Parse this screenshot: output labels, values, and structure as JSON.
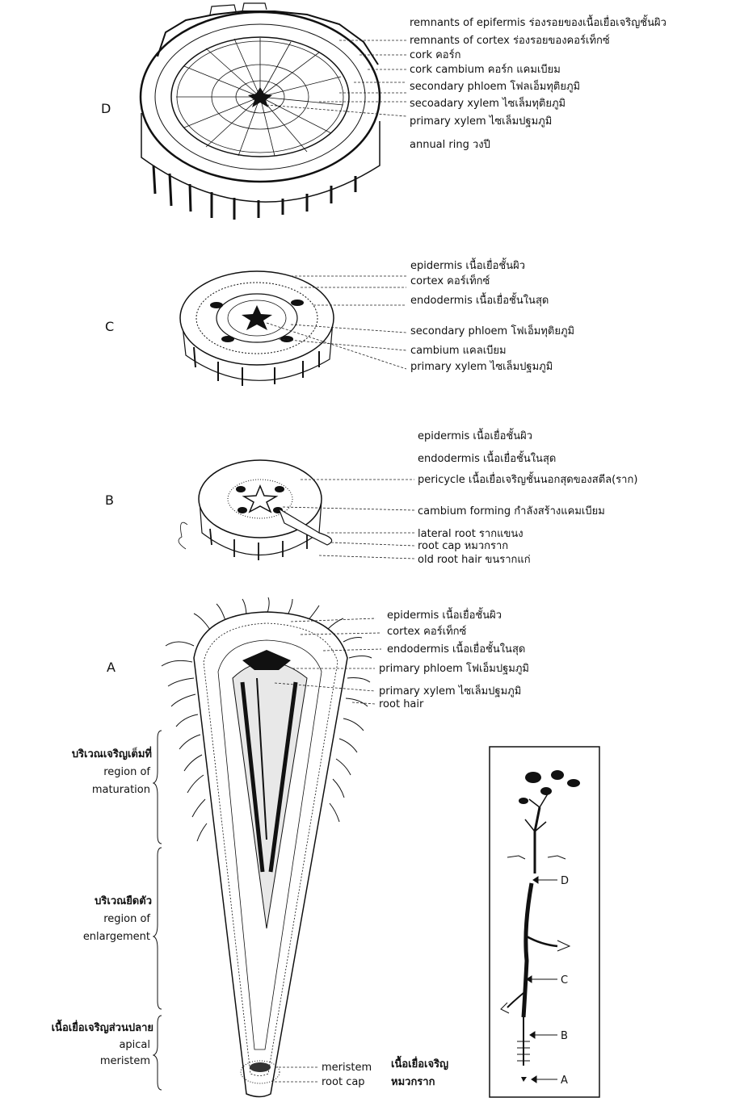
{
  "panels": {
    "D": {
      "letter": "D",
      "labels": [
        "remnants of epifermis ร่องรอยของเนื้อเยื่อเจริญชั้นผิว",
        "remnants of cortex ร่องรอยของคอร์เท็กซ์",
        "cork คอร์ก",
        "cork cambium คอร์ก แคมเบียม",
        "secondary phloem โฟลเอ็มทุติยภูมิ",
        "secoadary xylem ไซเล็มทุติยภูมิ",
        "primary xylem ไซเล็มปฐมภูมิ",
        "annual ring วงปี"
      ]
    },
    "C": {
      "letter": "C",
      "labels": [
        "epidermis เนื้อเยื่อชั้นผิว",
        "cortex คอร์เท็กซ์",
        "endodermis เนื้อเยื่อชั้นในสุด",
        "secondary phloem โฟเอ็มทุติยภูมิ",
        "cambium แคลเบียม",
        "primary xylem ไซเล็มปฐมภูมิ"
      ]
    },
    "B": {
      "letter": "B",
      "labels": [
        "epidermis เนื้อเยื่อชั้นผิว",
        "endodermis เนื้อเยื่อชั้นในสุด",
        "pericycle เนื้อเยื่อเจริญชั้นนอกสุดของสตีล(ราก)",
        "cambium forming กำลังสร้างแคมเบียม",
        "lateral root รากแขนง",
        "root cap หมวกราก",
        "old root hair ขนรากแก่"
      ]
    },
    "A": {
      "letter": "A",
      "labels": [
        "epidermis เนื้อเยื่อชั้นผิว",
        "cortex คอร์เท็กซ์",
        "endodermis เนื้อเยื่อชั้นในสุด",
        "primary phloem โฟเอ็มปฐมภูมิ",
        "primary xylem ไซเล็มปฐมภูมิ",
        "root hair"
      ],
      "regions": [
        {
          "thai": "บริเวณเจริญเต็มที่",
          "eng1": "region of",
          "eng2": "maturation"
        },
        {
          "thai": "บริเวณยืดตัว",
          "eng1": "region of",
          "eng2": "enlargement"
        },
        {
          "thai": "เนื้อเยื่อเจริญส่วนปลาย",
          "eng1": "apical",
          "eng2": "meristem"
        }
      ],
      "tip_labels": [
        {
          "eng": "meristem",
          "thai": "เนื้อเยื่อเจริญ"
        },
        {
          "eng": "root cap",
          "thai": "หมวกราก"
        }
      ]
    }
  },
  "inset": {
    "markers": [
      "D",
      "C",
      "B",
      "A"
    ]
  }
}
